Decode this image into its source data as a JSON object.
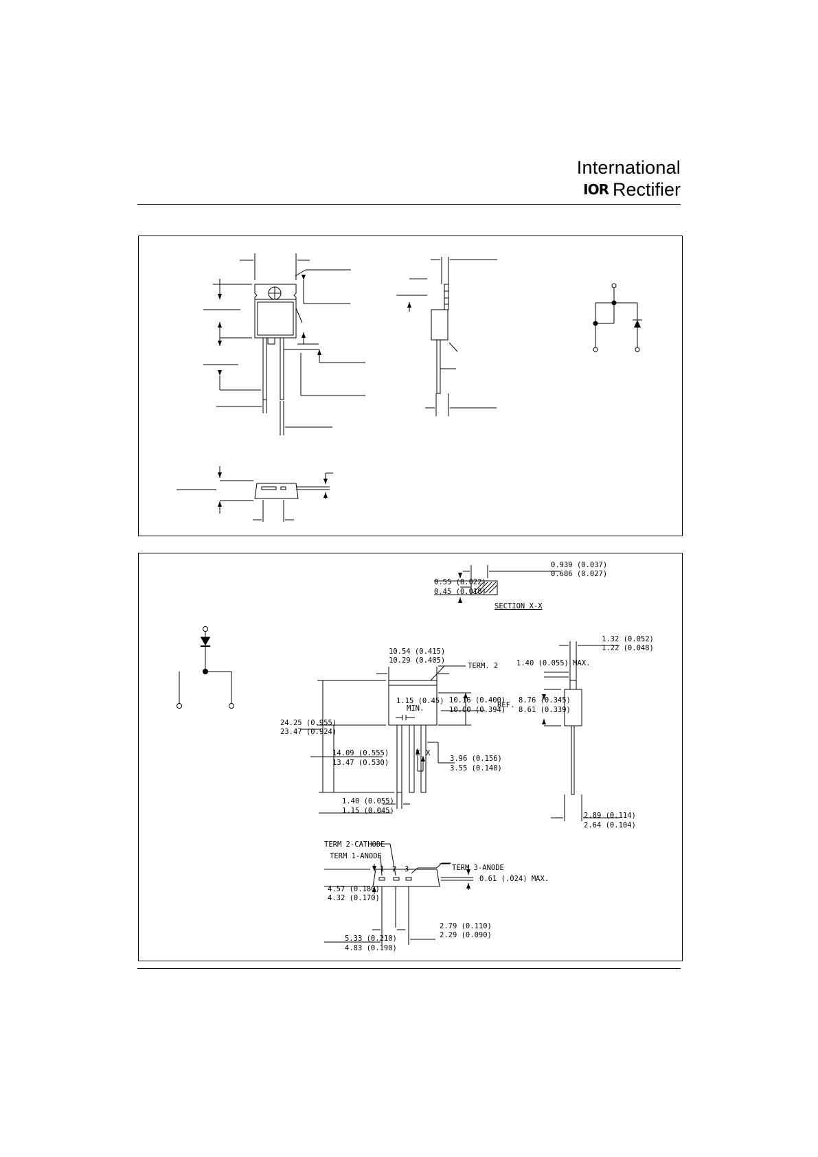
{
  "header": {
    "brand_line1": "International",
    "brand_logo": "IOR",
    "brand_line2": "Rectifier"
  },
  "bottom_panel": {
    "section_label": "SECTION X-X",
    "dims": {
      "sec_w_max": "0.939 (0.037)",
      "sec_w_min": "0.686 (0.027)",
      "sec_t_max": "0.55 (0.022)",
      "sec_t_min": "0.45 (0.018)",
      "body_w_max": "10.54 (0.415)",
      "body_w_min": "10.29 (0.405)",
      "term2": "TERM. 2",
      "lead_w_max": "1.32 (0.052)",
      "lead_w_min": "1.22 (0.048)",
      "tab_max": "1.40 (0.055) MAX.",
      "spacing_min_1": "1.15 (0.45)",
      "spacing_min_2": "MIN.",
      "body_h_max": "10.16 (0.400)",
      "body_h_min": "10.00 (0.394)",
      "ref": "REF.",
      "side_h_max": "8.76 (0.345)",
      "side_h_min": "8.61 (0.339)",
      "total_max": "24.25 (0.955)",
      "total_min": "23.47 (0.924)",
      "lead_l_max": "14.09 (0.555)",
      "lead_l_min": "13.47 (0.530)",
      "x_a": "X",
      "x_b": "X",
      "lead_gap_max": "3.96 (0.156)",
      "lead_gap_min": "3.55 (0.140)",
      "lead_pitch_max": "1.40 (0.055)",
      "lead_pitch_min": "1.15 (0.045)",
      "thick_max": "2.89 (0.114)",
      "thick_min": "2.64 (0.104)",
      "term2_cathode": "TERM 2-CATHODE",
      "term1_anode": "TERM 1-ANODE",
      "term3_anode": "TERM 3-ANODE",
      "pin1": "1",
      "pin2": "2",
      "pin3": "3",
      "lead_max": "0.61 (.024) MAX.",
      "depth_max": "4.57 (0.180)",
      "depth_min": "4.32 (0.170)",
      "pitch_max": "2.79 (0.110)",
      "pitch_min": "2.29 (0.090)",
      "span_max": "5.33 (0.210)",
      "span_min": "4.83 (0.190)"
    }
  }
}
